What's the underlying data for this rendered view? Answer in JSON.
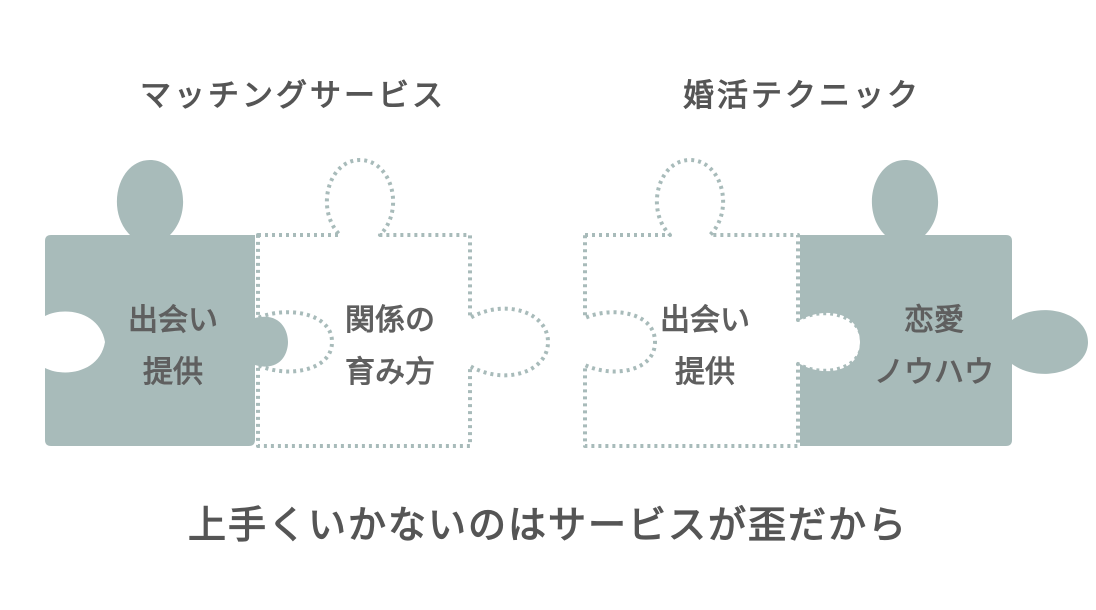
{
  "headings": {
    "left": "マッチングサービス",
    "right": "婚活テクニック"
  },
  "left_group": {
    "piece_filled": {
      "line1": "出会い",
      "line2": "提供"
    },
    "piece_outline": {
      "line1": "関係の",
      "line2": "育み方"
    }
  },
  "right_group": {
    "piece_outline": {
      "line1": "出会い",
      "line2": "提供"
    },
    "piece_filled": {
      "line1": "恋愛",
      "line2": "ノウハウ"
    }
  },
  "conclusion": "上手くいかないのはサービスが歪だから",
  "colors": {
    "filled": "#a8bbba",
    "outline": "#a8bbba",
    "text": "#555555"
  }
}
